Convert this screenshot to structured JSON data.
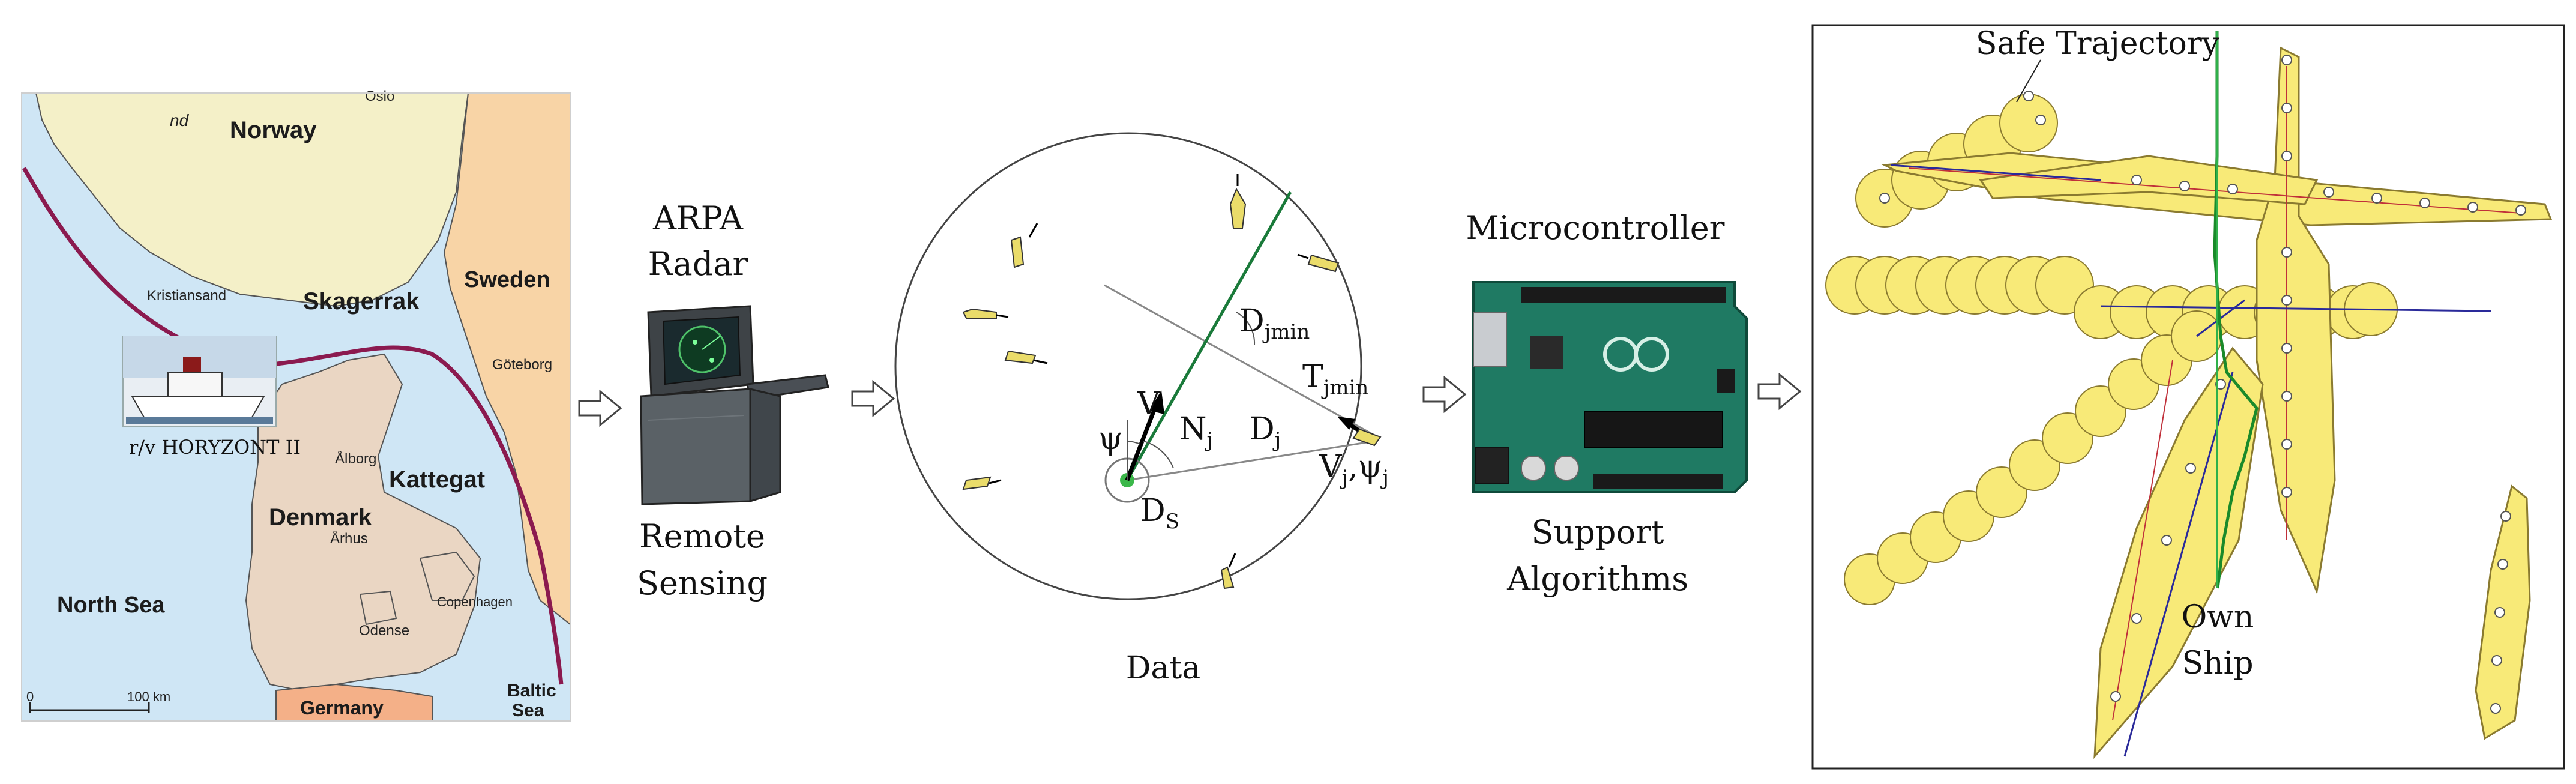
{
  "map": {
    "countries": [
      "Norway",
      "Sweden",
      "Denmark",
      "Germany"
    ],
    "seas": [
      "Skagerrak",
      "Kattegat",
      "North Sea"
    ],
    "baltic": [
      "Baltic",
      "Sea"
    ],
    "cities": [
      "Oslo",
      "Kristiansand",
      "Göteborg",
      "Ålborg",
      "Århus",
      "Odense",
      "Copenhagen"
    ],
    "nd_fragment": "nd",
    "ship_caption": "r/v HORYZONT II",
    "scale_zero": "0",
    "scale_label": "100 km"
  },
  "radar_panel": {
    "title_line1": "ARPA",
    "title_line2": "Radar",
    "caption_line1": "Remote",
    "caption_line2": "Sensing"
  },
  "data_panel": {
    "caption": "Data",
    "labels": {
      "V": "V",
      "psi": "ψ",
      "Nj_main": "N",
      "Nj_sub": "j",
      "Dj_main": "D",
      "Dj_sub": "j",
      "Djmin_main": "D",
      "Djmin_sub": "jmin",
      "Tjmin_main": "T",
      "Tjmin_sub": "jmin",
      "Vjpsij_main1": "V",
      "Vjpsij_sub1": "j",
      "Vjpsij_comma": ",ψ",
      "Vjpsij_sub2": "j",
      "DS_main": "D",
      "DS_sub": "S"
    }
  },
  "micro_panel": {
    "title": "Microcontroller",
    "caption_line1": "Support",
    "caption_line2": "Algorithms"
  },
  "trajectory_panel": {
    "title": "Safe Trajectory",
    "own_ship_line1": "Own",
    "own_ship_line2": "Ship"
  },
  "colors": {
    "sea": "#cfe6f5",
    "norway": "#f4f0c8",
    "sweden": "#f8d4a6",
    "denmark": "#ead6c3",
    "germany": "#f4b088",
    "route": "#8b1a4f",
    "domain_fill": "#f8ea78",
    "domain_stroke": "#8a7a30",
    "trajectory": "#1a8a2a",
    "vector": "#2a2a9a",
    "board": "#1f7a63"
  }
}
